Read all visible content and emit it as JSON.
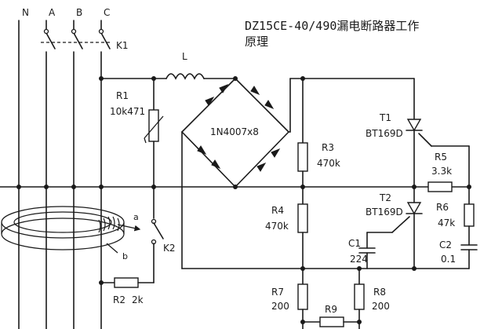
{
  "title": {
    "line1": "DZ15CE-40/490漏电断路器工作",
    "line2": "原理"
  },
  "lines": {
    "n": "N",
    "a": "A",
    "b": "B",
    "c": "C"
  },
  "k1": {
    "label": "K1"
  },
  "inductor": {
    "label": "L"
  },
  "r1": {
    "name": "R1",
    "value": "10k471"
  },
  "bridge": {
    "label": "1N4007x8"
  },
  "r3": {
    "name": "R3",
    "value": "470k"
  },
  "t1": {
    "name": "T1",
    "part": "BT169D"
  },
  "r5": {
    "name": "R5",
    "value": "3.3k"
  },
  "t2": {
    "name": "T2",
    "part": "BT169D"
  },
  "r4": {
    "name": "R4",
    "value": "470k"
  },
  "r6": {
    "name": "R6",
    "value": "47k"
  },
  "c1": {
    "name": "C1",
    "value": "224"
  },
  "c2": {
    "name": "C2",
    "value": "0.1"
  },
  "k2": {
    "label": "K2"
  },
  "r2": {
    "name": "R2",
    "value": "2k"
  },
  "r7": {
    "name": "R7",
    "value": "200"
  },
  "r8": {
    "name": "R8",
    "value": "200"
  },
  "r9": {
    "name": "R9"
  },
  "coil": {
    "tap_a": "a",
    "tap_b": "b"
  }
}
